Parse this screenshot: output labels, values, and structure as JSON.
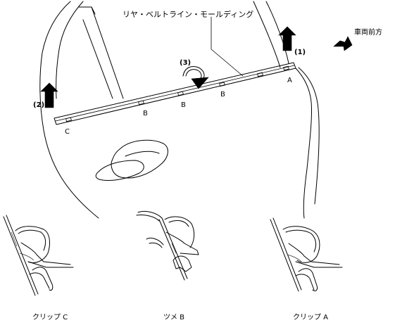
{
  "labels": {
    "part_name": "リヤ・ベルトライン・モールディング",
    "vehicle_front": "車両前方",
    "step1": "(1)",
    "step2": "(2)",
    "step3": "(3)",
    "point_a": "A",
    "point_b1": "B",
    "point_b2": "B",
    "point_b3": "B",
    "point_c": "C",
    "detail_clip_c": "クリップ C",
    "detail_claw_b": "ツメ B",
    "detail_clip_a": "クリップ A"
  },
  "colors": {
    "line": "#000000",
    "arrow_fill": "#000000",
    "background": "#ffffff"
  },
  "icons": {
    "step1_arrow": "up-arrow-icon",
    "step2_arrow": "up-arrow-icon",
    "step3_arrow": "curved-rotate-arrow-icon",
    "front_arrow": "forward-arrow-icon"
  }
}
